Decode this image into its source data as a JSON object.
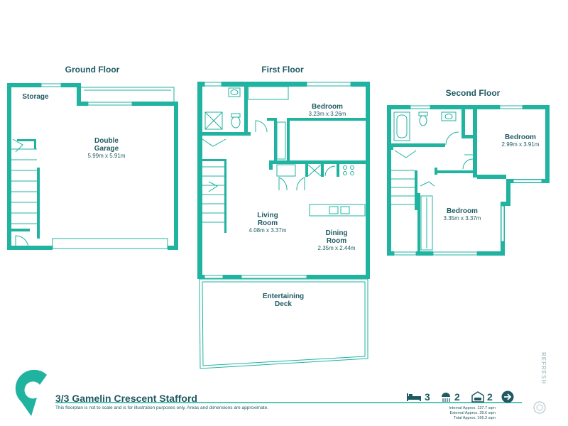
{
  "floors": {
    "ground": "Ground Floor",
    "first": "First Floor",
    "second": "Second Floor"
  },
  "rooms": {
    "storage": {
      "name": "Storage"
    },
    "garage": {
      "name_line1": "Double",
      "name_line2": "Garage",
      "size": "5.99m x 5.91m"
    },
    "bedroom1": {
      "name": "Bedroom",
      "size": "3.23m x 3.26m"
    },
    "living": {
      "name_line1": "Living",
      "name_line2": "Room",
      "size": "4.08m x 3.37m"
    },
    "dining": {
      "name_line1": "Dining",
      "name_line2": "Room",
      "size": "2.35m x 2.44m"
    },
    "deck": {
      "name_line1": "Entertaining",
      "name_line2": "Deck"
    },
    "bedroom2": {
      "name": "Bedroom",
      "size": "2.99m x 3.91m"
    },
    "bedroom3": {
      "name": "Bedroom",
      "size": "3.35m x 3.37m"
    }
  },
  "footer": {
    "address": "3/3 Gamelin Crescent Stafford",
    "disclaimer": "This floorplan is not to scale and is for illustration purposes only. Areas and dimensions are approximate.",
    "internal": "Internal Approx. 137.7 sqm",
    "external": "External Approx. 28.6 sqm",
    "total": "Total Approx. 166.3 sqm",
    "bedrooms": "3",
    "bathrooms": "2",
    "parking": "2"
  },
  "brand": {
    "watermark": "REFRESH",
    "accent": "#1fb3a0",
    "text": "#1f5a63"
  },
  "icons": [
    "logo-c-icon",
    "bed-icon",
    "shower-icon",
    "car-icon",
    "compass-icon"
  ]
}
